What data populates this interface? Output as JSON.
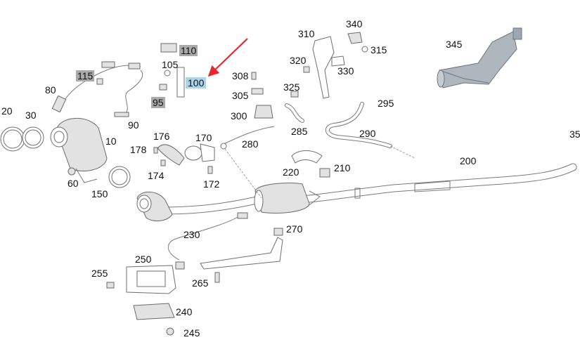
{
  "highlight_color": "#a8d5ea",
  "muted_color": "#a9a9a9",
  "arrow_color": "#e8262b",
  "callouts": [
    {
      "id": "20",
      "label": "20",
      "style": "plain"
    },
    {
      "id": "30",
      "label": "30",
      "style": "plain"
    },
    {
      "id": "10",
      "label": "10",
      "style": "plain"
    },
    {
      "id": "60",
      "label": "60",
      "style": "plain"
    },
    {
      "id": "80",
      "label": "80",
      "style": "plain"
    },
    {
      "id": "115",
      "label": "115",
      "style": "grey"
    },
    {
      "id": "105",
      "label": "105",
      "style": "plain"
    },
    {
      "id": "110",
      "label": "110",
      "style": "grey"
    },
    {
      "id": "100",
      "label": "100",
      "style": "blue"
    },
    {
      "id": "95",
      "label": "95",
      "style": "grey"
    },
    {
      "id": "90",
      "label": "90",
      "style": "plain"
    },
    {
      "id": "150",
      "label": "150",
      "style": "plain"
    },
    {
      "id": "176",
      "label": "176",
      "style": "plain"
    },
    {
      "id": "178",
      "label": "178",
      "style": "plain"
    },
    {
      "id": "174",
      "label": "174",
      "style": "plain"
    },
    {
      "id": "170",
      "label": "170",
      "style": "plain"
    },
    {
      "id": "172",
      "label": "172",
      "style": "plain"
    },
    {
      "id": "308",
      "label": "308",
      "style": "plain"
    },
    {
      "id": "305",
      "label": "305",
      "style": "plain"
    },
    {
      "id": "300",
      "label": "300",
      "style": "plain"
    },
    {
      "id": "280",
      "label": "280",
      "style": "plain"
    },
    {
      "id": "310",
      "label": "310",
      "style": "plain"
    },
    {
      "id": "340",
      "label": "340",
      "style": "plain"
    },
    {
      "id": "315",
      "label": "315",
      "style": "plain"
    },
    {
      "id": "320",
      "label": "320",
      "style": "plain"
    },
    {
      "id": "330",
      "label": "330",
      "style": "plain"
    },
    {
      "id": "325",
      "label": "325",
      "style": "plain"
    },
    {
      "id": "285",
      "label": "285",
      "style": "plain"
    },
    {
      "id": "295",
      "label": "295",
      "style": "plain"
    },
    {
      "id": "290",
      "label": "290",
      "style": "plain"
    },
    {
      "id": "345",
      "label": "345",
      "style": "plain"
    },
    {
      "id": "35",
      "label": "35",
      "style": "plain"
    },
    {
      "id": "200",
      "label": "200",
      "style": "plain"
    },
    {
      "id": "220",
      "label": "220",
      "style": "plain"
    },
    {
      "id": "210",
      "label": "210",
      "style": "plain"
    },
    {
      "id": "230",
      "label": "230",
      "style": "plain"
    },
    {
      "id": "270",
      "label": "270",
      "style": "plain"
    },
    {
      "id": "250",
      "label": "250",
      "style": "plain"
    },
    {
      "id": "255",
      "label": "255",
      "style": "plain"
    },
    {
      "id": "265",
      "label": "265",
      "style": "plain"
    },
    {
      "id": "240",
      "label": "240",
      "style": "plain"
    },
    {
      "id": "245",
      "label": "245",
      "style": "plain"
    }
  ]
}
